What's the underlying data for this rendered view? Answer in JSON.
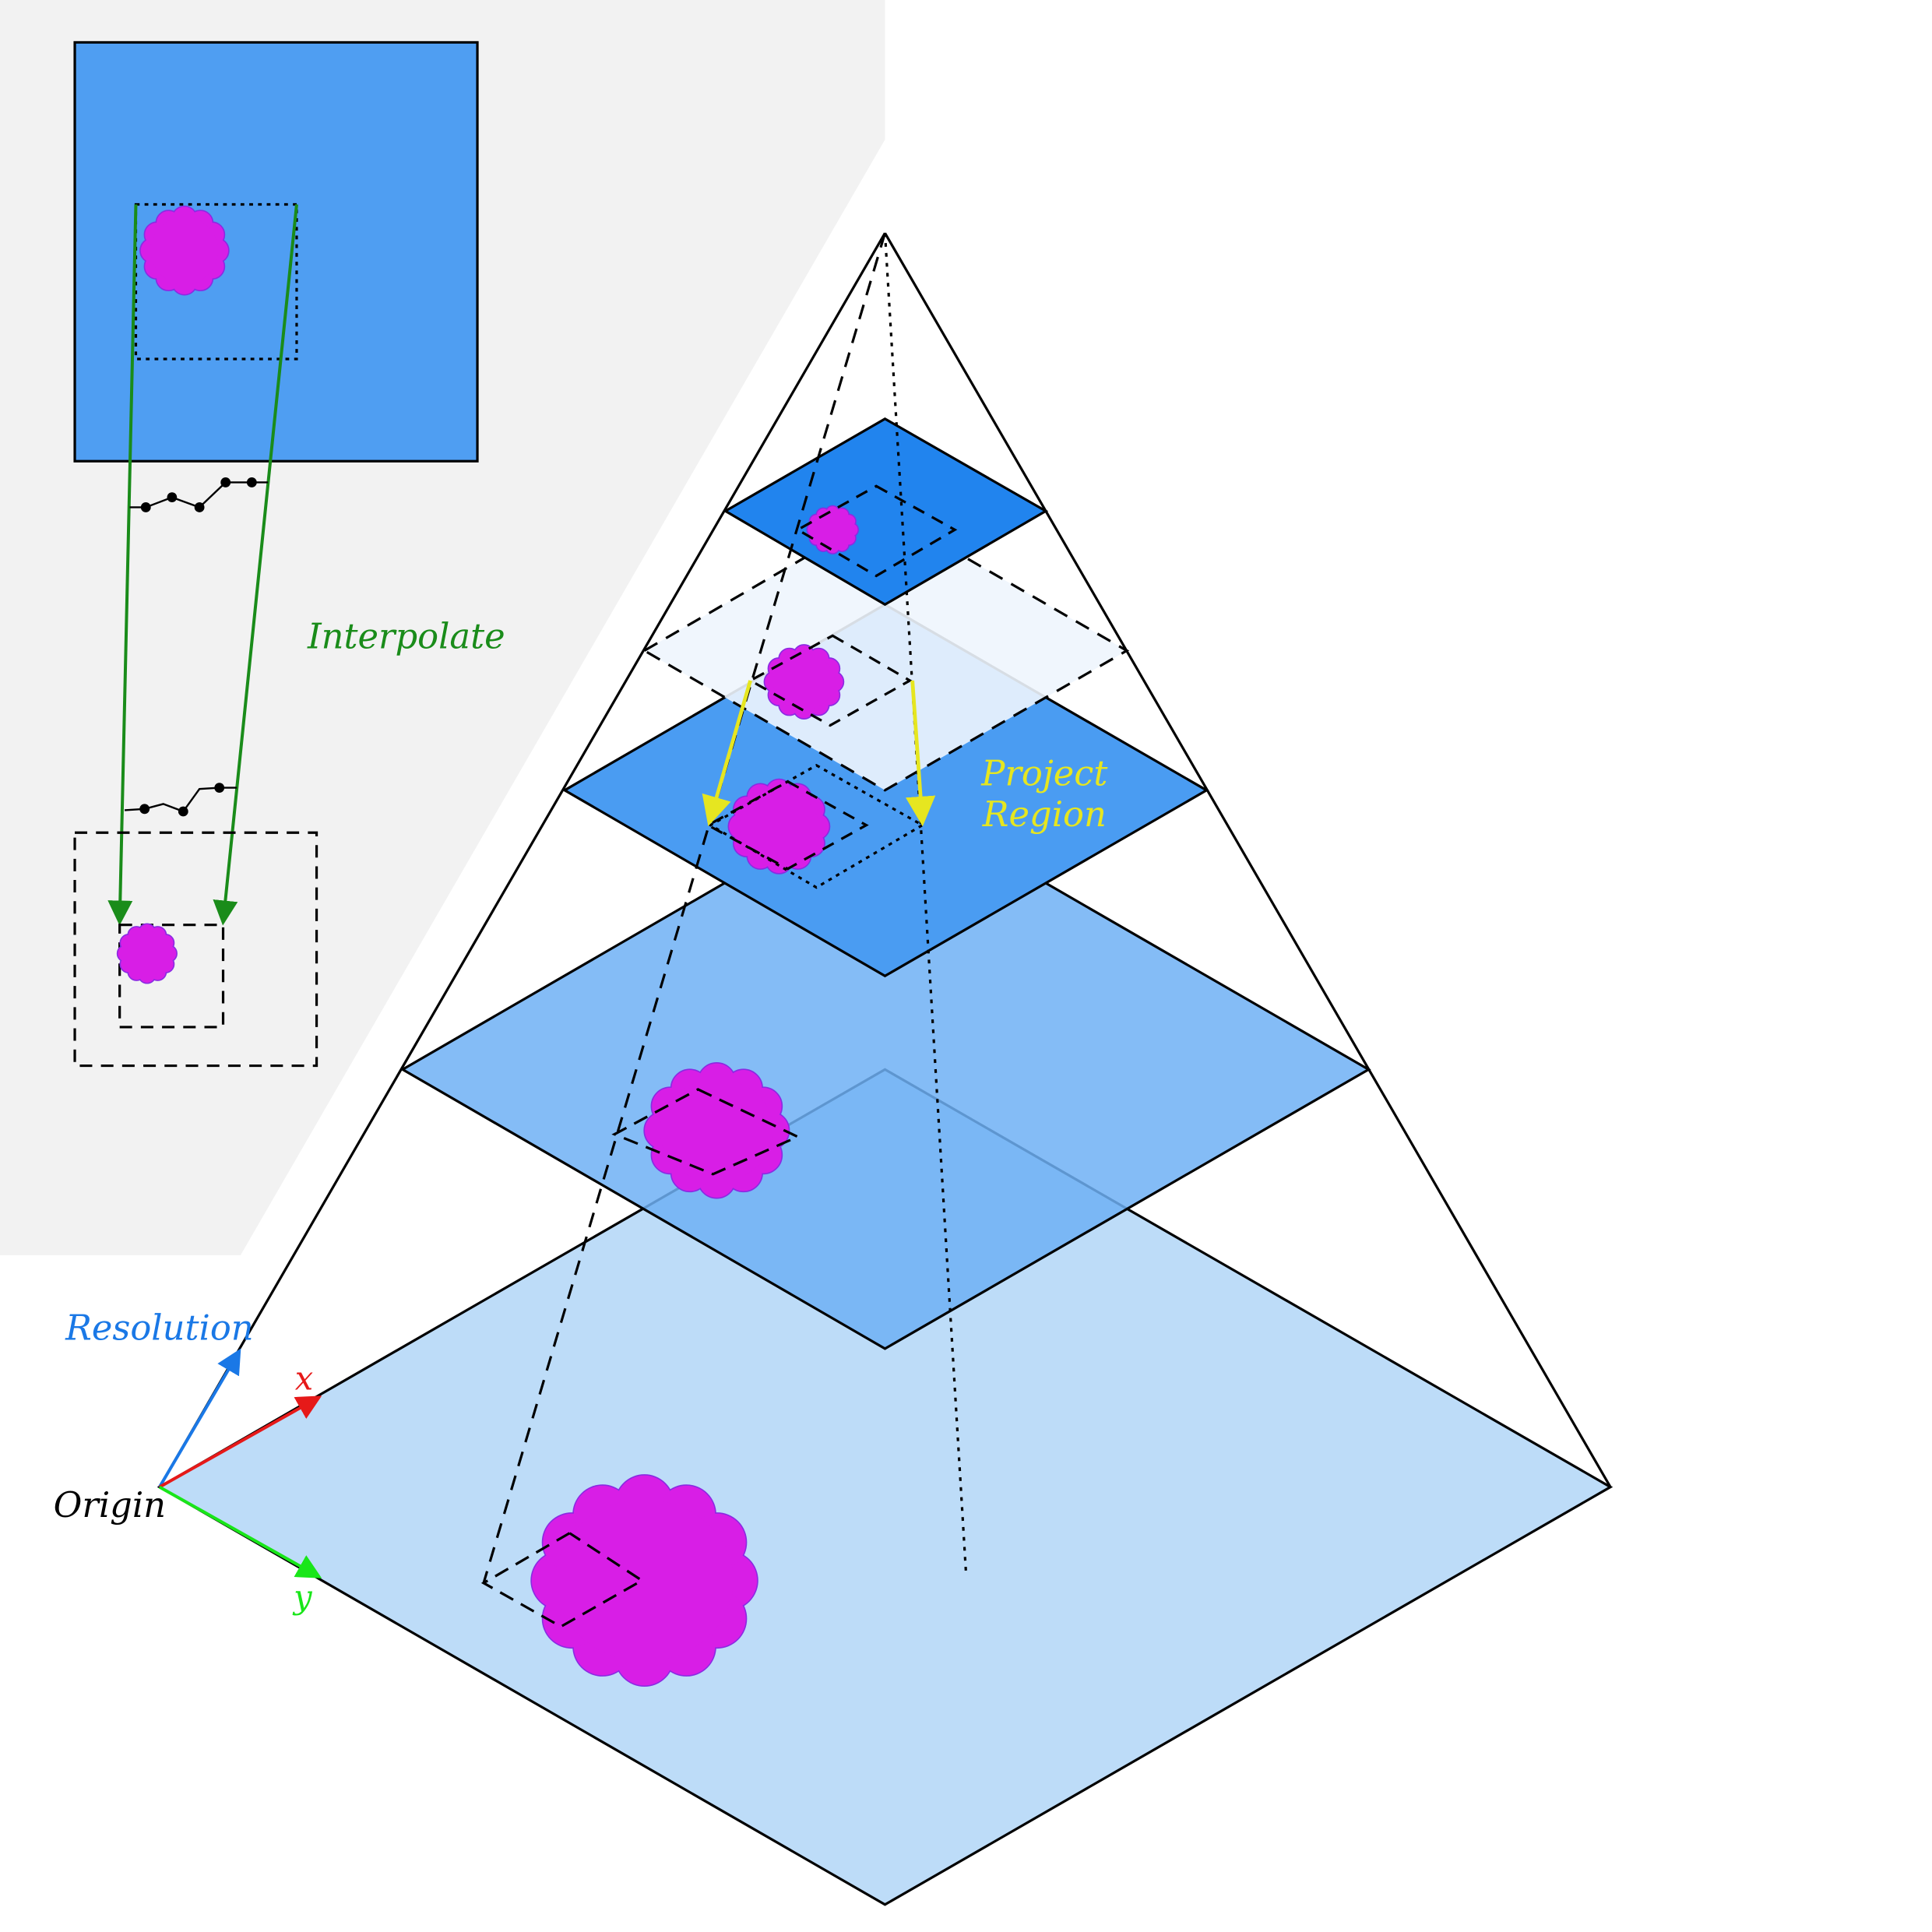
{
  "labels": {
    "interpolate": "Interpolate",
    "project_line1": "Project",
    "project_line2": "Region",
    "resolution": "Resolution",
    "x_axis": "x",
    "y_axis": "y",
    "origin": "Origin"
  },
  "colors": {
    "interpolate": "#1a8c1a",
    "project": "#e6e620",
    "resolution": "#1a78e6",
    "x_axis": "#e61919",
    "y_axis": "#19e619",
    "region": "#d81ee6",
    "level_top": "#2184ee",
    "level_3": "#4a9cf2",
    "level_2": "#6eb0f5",
    "level_base": "#bddcf8"
  }
}
